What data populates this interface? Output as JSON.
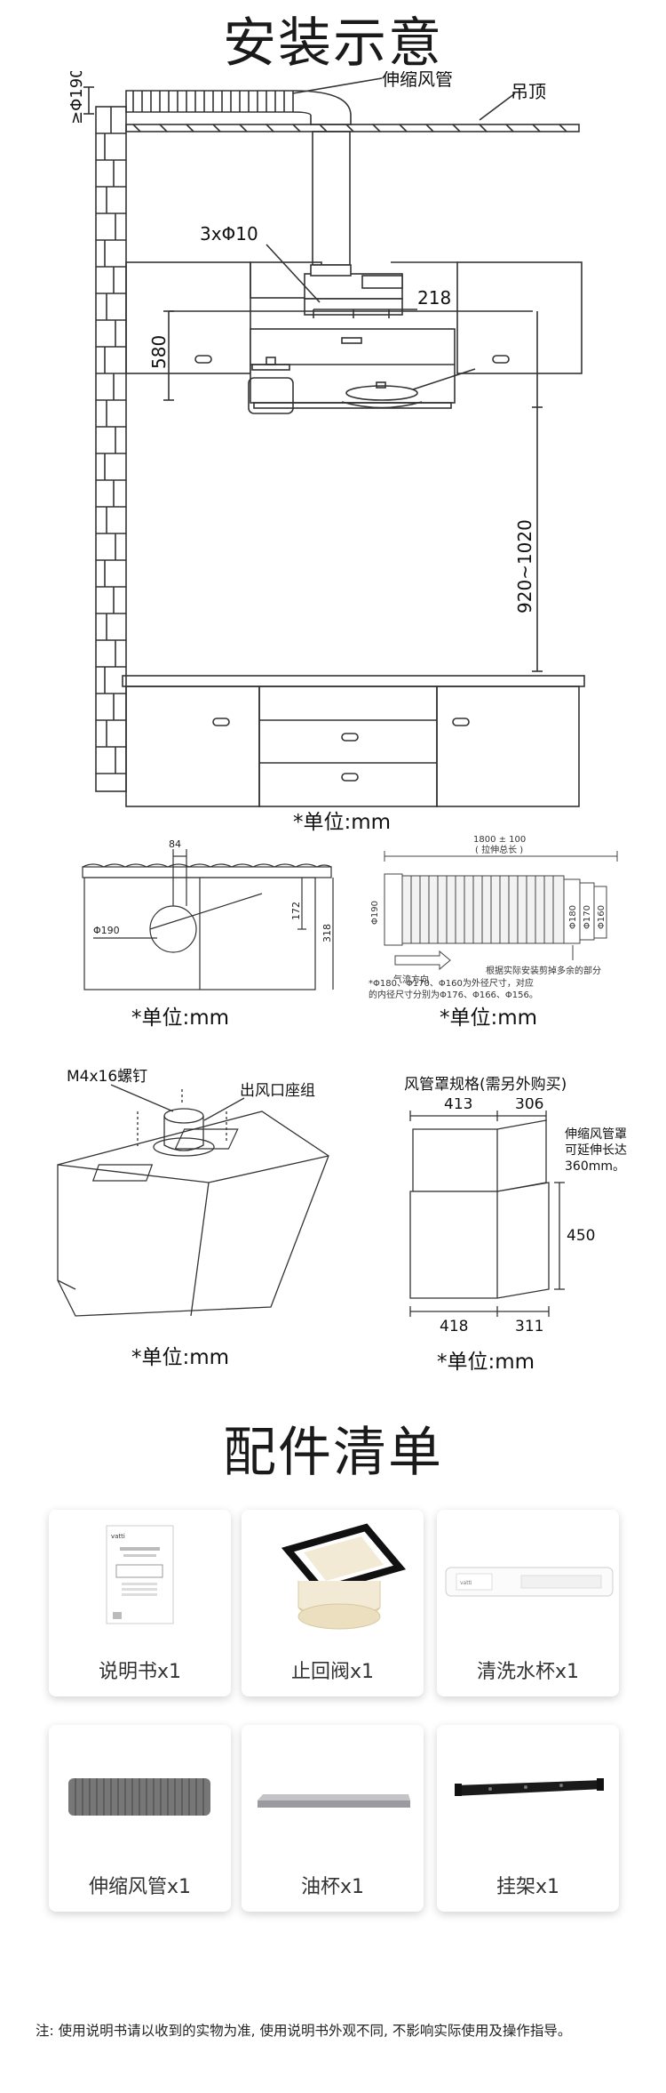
{
  "install": {
    "title": "安装示意",
    "labels": {
      "duct_height": "≥Φ190",
      "flex_duct": "伸缩风管",
      "ceiling": "吊顶",
      "screws": "3xΦ10",
      "spacing": "218",
      "body_height": "580",
      "mount_height": "920~1020"
    },
    "unit": "*单位:mm"
  },
  "hole_diagram": {
    "dims": [
      "84",
      "172",
      "318",
      "Φ190"
    ],
    "unit": "*单位:mm"
  },
  "duct_diagram": {
    "length": "1800 ± 100",
    "length_note": "( 拉伸总长 )",
    "dia_left": "Φ190",
    "dia_a": "Φ180",
    "dia_b": "Φ170",
    "dia_c": "Φ160",
    "airflow": "气流方向",
    "cut_note": "根据实际安装剪掉多余的部分",
    "note_line1": "*Φ180、Φ170、Φ160为外径尺寸，对应",
    "note_line2": "的内径尺寸分别为Φ176、Φ166、Φ156。",
    "unit": "*单位:mm"
  },
  "outlet_diagram": {
    "screw_label": "M4x16螺钉",
    "part_label": "出风口座组",
    "unit": "*单位:mm"
  },
  "cover_diagram": {
    "title": "风管罩规格(需另外购买)",
    "top_w": "413",
    "top_d": "306",
    "note1": "伸缩风管罩",
    "note2": "可延伸长达",
    "note3": "360mm。",
    "height": "450",
    "bot_w": "418",
    "bot_d": "311",
    "unit": "*单位:mm"
  },
  "accessories": {
    "title": "配件清单",
    "items": [
      {
        "label": "说明书x1",
        "icon": "manual-icon"
      },
      {
        "label": "止回阀x1",
        "icon": "check-valve-icon"
      },
      {
        "label": "清洗水杯x1",
        "icon": "cleaning-cup-icon"
      },
      {
        "label": "伸缩风管x1",
        "icon": "flex-duct-icon"
      },
      {
        "label": "油杯x1",
        "icon": "oil-cup-icon"
      },
      {
        "label": "挂架x1",
        "icon": "mounting-bracket-icon"
      }
    ],
    "manual_brand": "vatti"
  },
  "footer_note": "注: 使用说明书请以收到的实物为准, 使用说明书外观不同, 不影响实际使用及操作指导。"
}
